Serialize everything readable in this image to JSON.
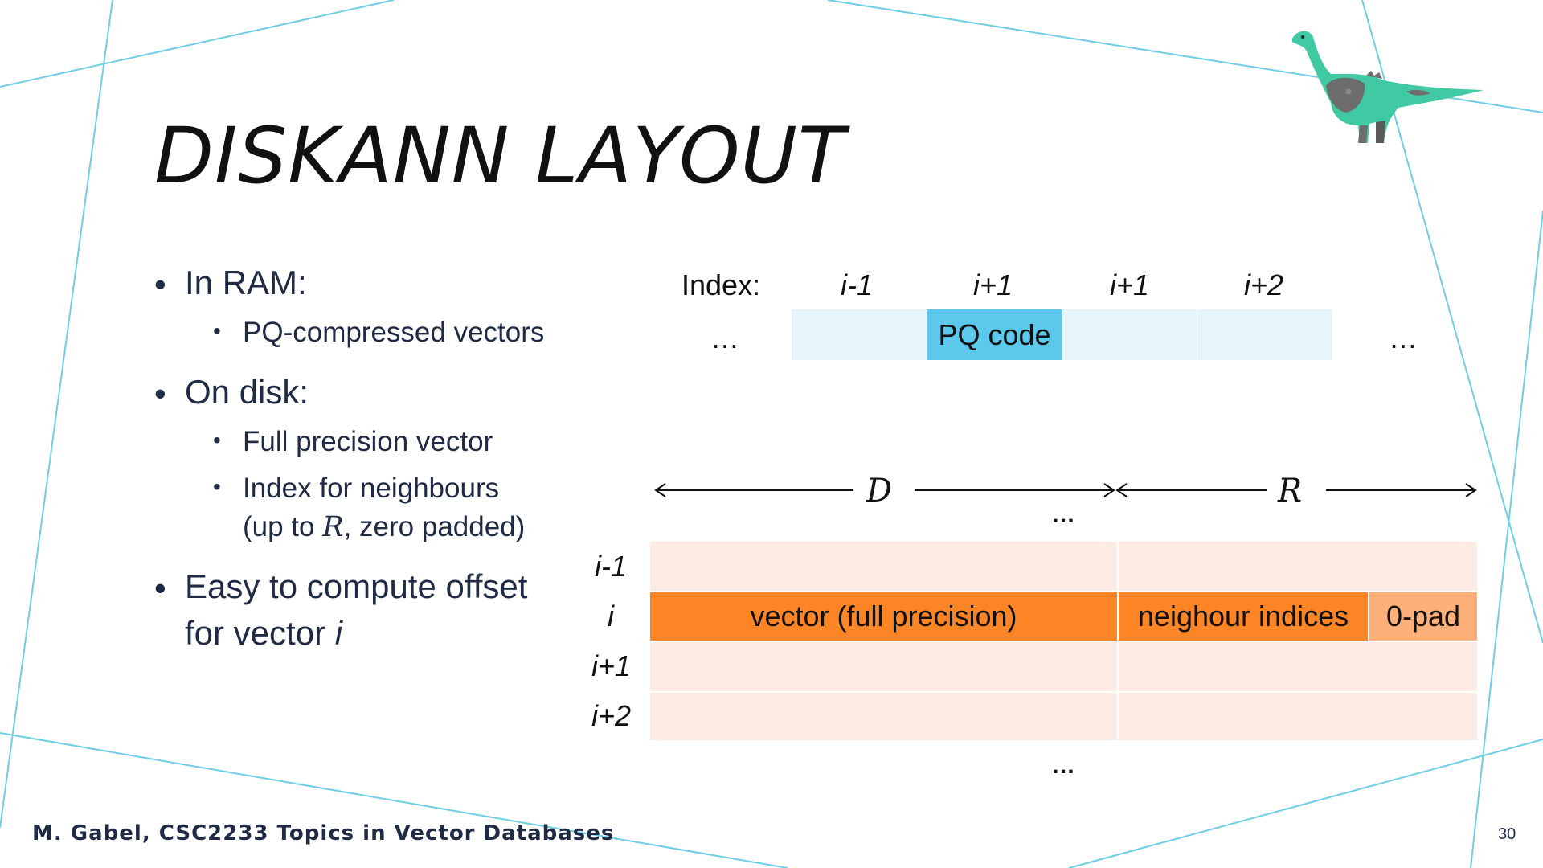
{
  "title": "DISKANN LAYOUT",
  "bullets": {
    "ram": "In RAM:",
    "ram_sub": "PQ-compressed vectors",
    "disk": "On disk:",
    "disk_sub1": "Full precision vector",
    "disk_sub2_line1": "Index for neighbours",
    "disk_sub2_line2_pre": "(up to ",
    "disk_sub2_line2_var": "R",
    "disk_sub2_line2_post": ", zero padded)",
    "offset_line1": "Easy to compute offset",
    "offset_line2_pre": "for vector ",
    "offset_line2_var": "i"
  },
  "ram_diagram": {
    "index_label": "Index:",
    "headers": [
      "i-1",
      "i+1",
      "i+1",
      "i+2"
    ],
    "ellipsis_left": "…",
    "ellipsis_right": "…",
    "pq_label": "PQ code"
  },
  "disk_diagram": {
    "dim_d": "D",
    "dim_r": "R",
    "ellipsis_top": "…",
    "ellipsis_bottom": "…",
    "row_labels": [
      "i-1",
      "i",
      "i+1",
      "i+2"
    ],
    "vector_label": "vector (full precision)",
    "neighbour_label": "neighour indices",
    "pad_label": "0-pad"
  },
  "footer": "M. Gabel, CSC2233 Topics in Vector Databases",
  "page_number": "30",
  "colors": {
    "light_blue": "#e6f4fb",
    "pq_blue": "#5bc8ec",
    "light_orange": "#fdebe4",
    "orange": "#fd8526",
    "pad_orange": "#fdb07a",
    "deco_line": "#6fcde6",
    "dino_teal": "#40c9a2",
    "dino_gray": "#6d6d6d"
  }
}
